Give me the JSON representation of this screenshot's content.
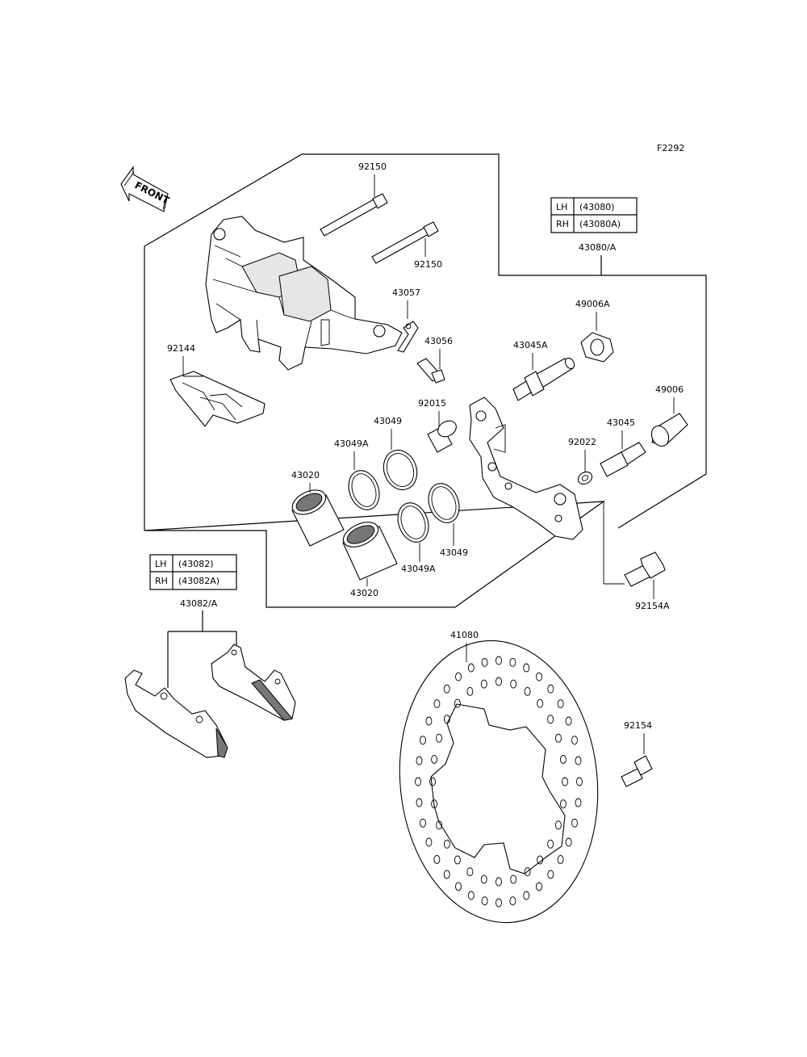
{
  "figure_code": "F2292",
  "front_label": "FRONT",
  "callouts": {
    "c92150_top": "92150",
    "c92150_mid": "92150",
    "c92144": "92144",
    "c43057": "43057",
    "c43056": "43056",
    "c92015": "92015",
    "c43049_top": "43049",
    "c43049A_top": "43049A",
    "c43020_top": "43020",
    "c43049_bot": "43049",
    "c43049A_bot": "43049A",
    "c43020_bot": "43020",
    "c43080A": "43080/A",
    "c49006A": "49006A",
    "c43045A": "43045A",
    "c49006": "49006",
    "c43045": "43045",
    "c92022": "92022",
    "c92154A": "92154A",
    "c43082A": "43082/A",
    "c41080": "41080",
    "c92154": "92154"
  },
  "side_table_caliper": {
    "rows": [
      {
        "side": "LH",
        "part": "(43080)"
      },
      {
        "side": "RH",
        "part": "(43080A)"
      }
    ]
  },
  "side_table_pads": {
    "rows": [
      {
        "side": "LH",
        "part": "(43082)"
      },
      {
        "side": "RH",
        "part": "(43082A)"
      }
    ]
  }
}
